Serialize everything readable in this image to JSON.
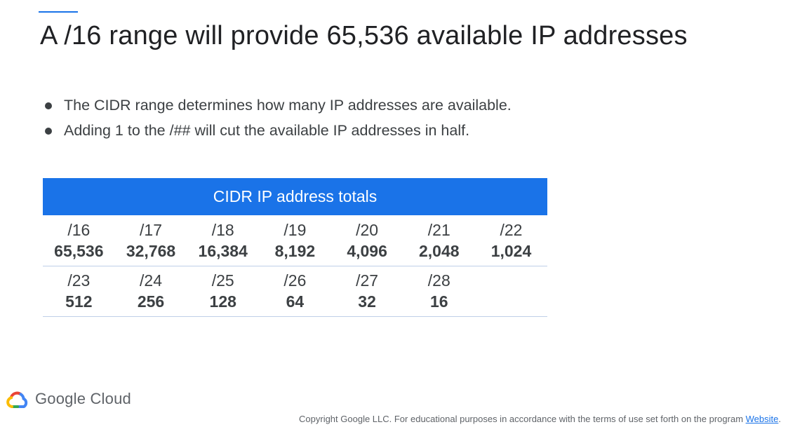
{
  "slide": {
    "title": "A /16 range will provide 65,536 available IP addresses",
    "bullets": [
      "The CIDR range determines how many IP addresses are available.",
      "Adding 1 to the /## will cut the available IP addresses in half."
    ]
  },
  "table": {
    "header": "CIDR IP address totals",
    "rows": [
      [
        {
          "cidr": "/16",
          "count": "65,536"
        },
        {
          "cidr": "/17",
          "count": "32,768"
        },
        {
          "cidr": "/18",
          "count": "16,384"
        },
        {
          "cidr": "/19",
          "count": "8,192"
        },
        {
          "cidr": "/20",
          "count": "4,096"
        },
        {
          "cidr": "/21",
          "count": "2,048"
        },
        {
          "cidr": "/22",
          "count": "1,024"
        }
      ],
      [
        {
          "cidr": "/23",
          "count": "512"
        },
        {
          "cidr": "/24",
          "count": "256"
        },
        {
          "cidr": "/25",
          "count": "128"
        },
        {
          "cidr": "/26",
          "count": "64"
        },
        {
          "cidr": "/27",
          "count": "32"
        },
        {
          "cidr": "/28",
          "count": "16"
        }
      ]
    ]
  },
  "branding": {
    "logo_text": "Google Cloud",
    "icon": "google-cloud-icon"
  },
  "footer": {
    "text": "Copyright Google LLC. For educational purposes in accordance with the terms of use set forth on the program ",
    "link_label": "Website",
    "suffix": "."
  },
  "colors": {
    "accent": "#1a73e8",
    "text": "#3c4043",
    "cloud_red": "#ea4335",
    "cloud_blue": "#4285f4",
    "cloud_yellow": "#fbbc04",
    "cloud_green": "#34a853"
  }
}
